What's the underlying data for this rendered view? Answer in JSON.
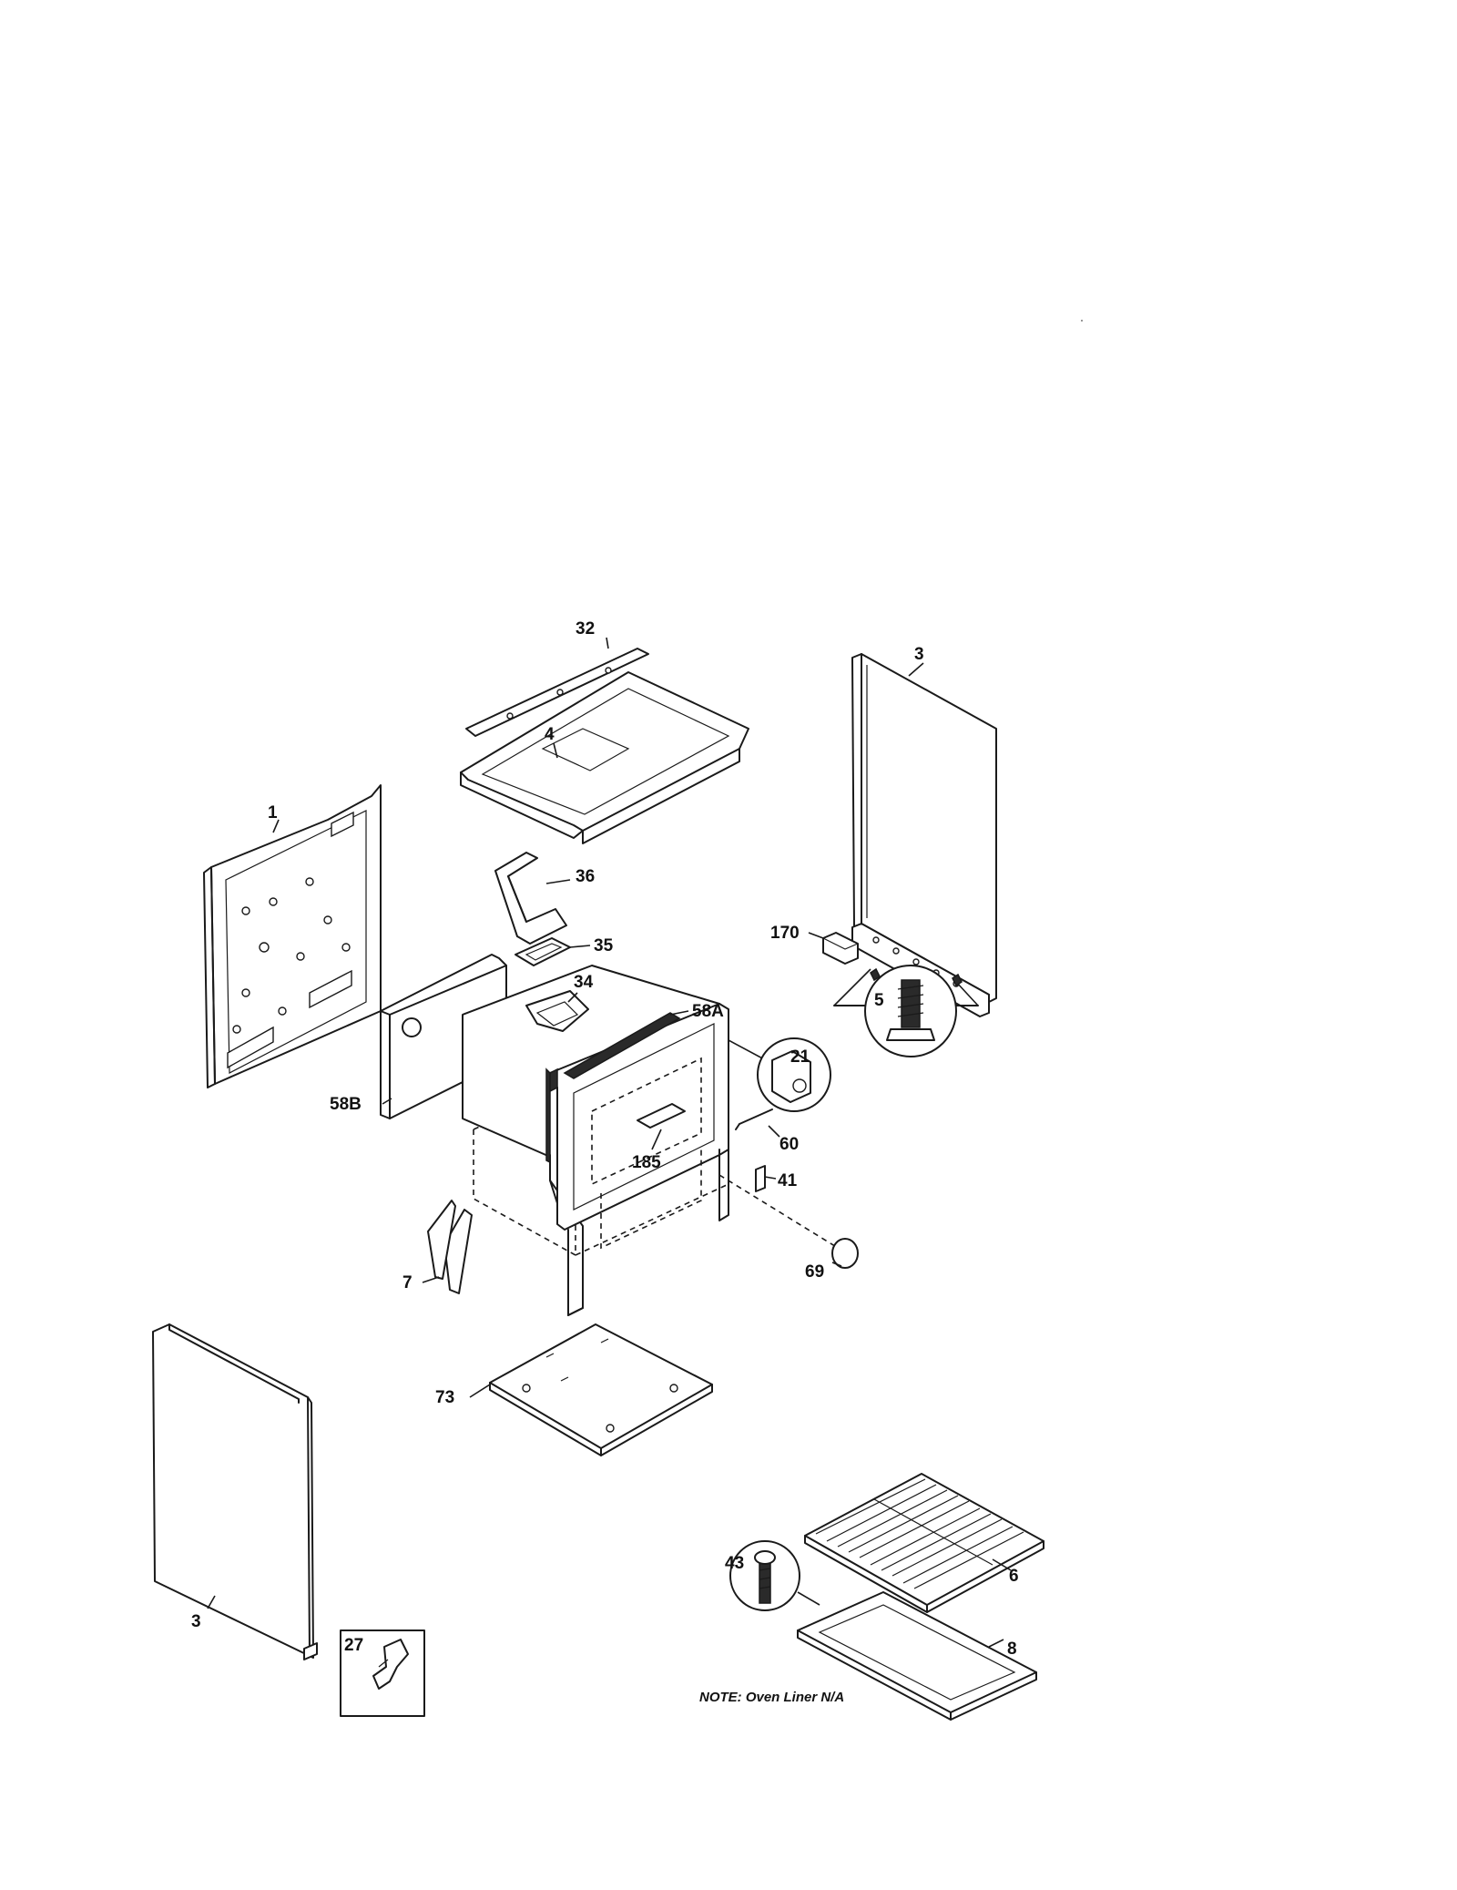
{
  "callouts": {
    "c32": "32",
    "c3_top": "3",
    "c4": "4",
    "c1": "1",
    "c36": "36",
    "c35": "35",
    "c170": "170",
    "c5": "5",
    "c34": "34",
    "c58A": "58A",
    "c21": "21",
    "c58B": "58B",
    "c60": "60",
    "c185": "185",
    "c41": "41",
    "c7": "7",
    "c69": "69",
    "c73": "73",
    "c43": "43",
    "c6": "6",
    "c3_bottom": "3",
    "c27": "27",
    "c8": "8"
  },
  "note": "NOTE: Oven Liner N/A"
}
